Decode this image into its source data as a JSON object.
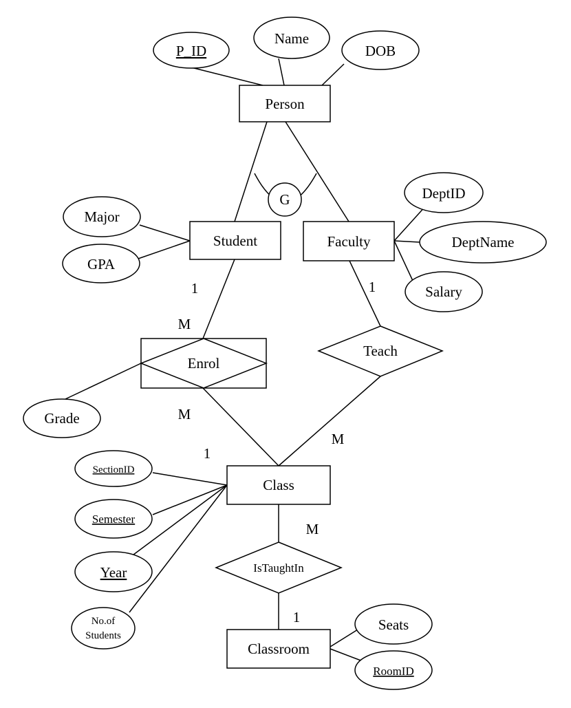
{
  "diagram": {
    "entities": {
      "person": "Person",
      "student": "Student",
      "faculty": "Faculty",
      "class": "Class",
      "classroom": "Classroom"
    },
    "relationships": {
      "enrol": "Enrol",
      "teach": "Teach",
      "is_taught_in": "IsTaughtIn"
    },
    "generalization": "G",
    "attributes": {
      "p_id": "P_ID",
      "name": "Name",
      "dob": "DOB",
      "major": "Major",
      "gpa": "GPA",
      "dept_id": "DeptID",
      "dept_name": "DeptName",
      "salary": "Salary",
      "grade": "Grade",
      "section_id": "SectionID",
      "semester": "Semester",
      "year": "Year",
      "num_students_line1": "No.of",
      "num_students_line2": "Students",
      "seats": "Seats",
      "room_id": "RoomID"
    },
    "cardinalities": {
      "student_enrol_1": "1",
      "student_enrol_m": "M",
      "faculty_teach_1": "1",
      "enrol_class_m": "M",
      "enrol_class_1": "1",
      "teach_class_m": "M",
      "class_istaughtin_m": "M",
      "istaughtin_classroom_1": "1"
    }
  }
}
